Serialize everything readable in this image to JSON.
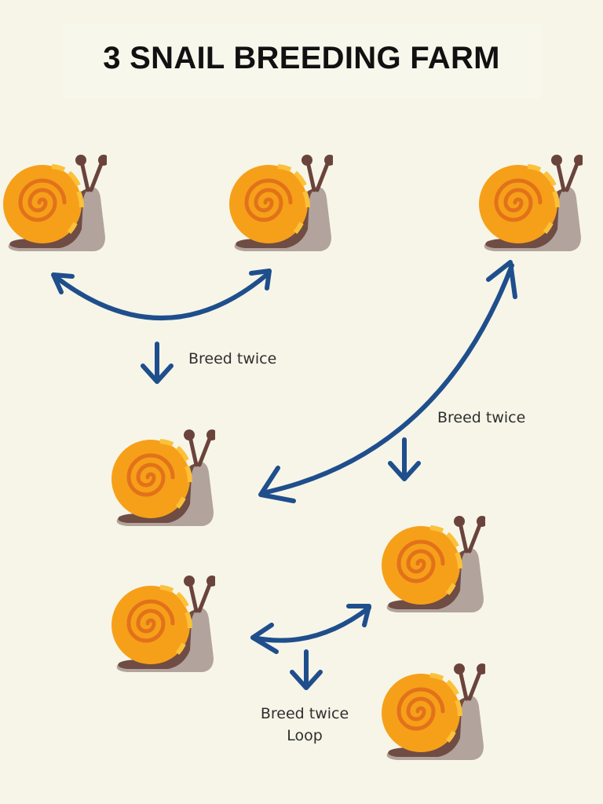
{
  "title": "3 SNAIL BREEDING FARM",
  "labels": {
    "breed_left": "Breed twice",
    "breed_right": "Breed twice",
    "breed_bottom": "Breed twice",
    "loop": "Loop"
  },
  "colors": {
    "background": "#f6f5e8",
    "arrow": "#1f4e8c",
    "shell_outer": "#f6a01a",
    "shell_stripe": "#fbc13a",
    "shell_spiral": "#e2721a",
    "body_light": "#b2a39c",
    "body_dark": "#6f4c44",
    "antenna": "#6a443c"
  },
  "icons": [
    "snail-icon",
    "double-arrow-icon",
    "down-arrow-icon"
  ]
}
